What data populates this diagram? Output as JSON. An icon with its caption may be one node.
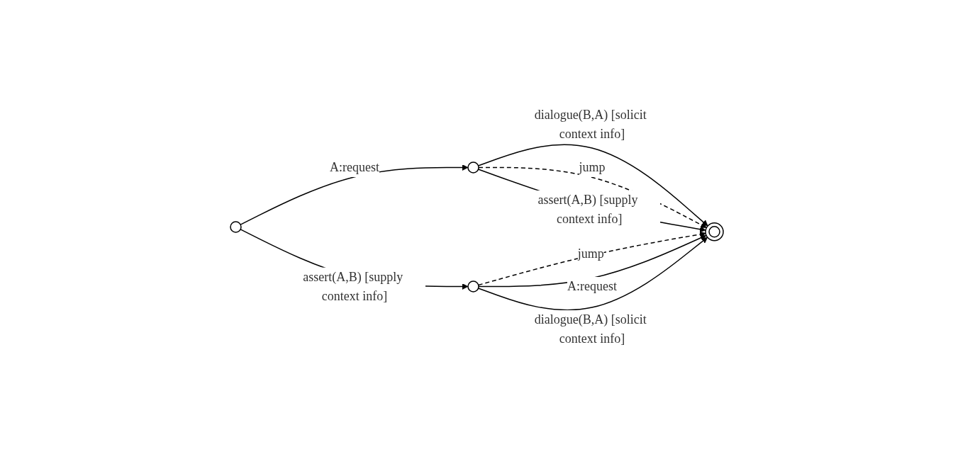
{
  "diagram": {
    "nodes": [
      {
        "text": [],
        "shape": "circle"
      },
      {
        "text": [],
        "shape": "circle"
      },
      {
        "text": [],
        "shape": "circle"
      },
      {
        "text": [],
        "shape": "doublecircle"
      }
    ],
    "edges": [
      {
        "from": 0,
        "to": 1,
        "arrow": "to",
        "label": "A:request"
      },
      {
        "from": 0,
        "to": 2,
        "arrow": "to",
        "label": "assert(A,B) [supply context info]"
      },
      {
        "from": 1,
        "to": 3,
        "arrow": "to",
        "label": "dialogue(B,A) [solicit context info]"
      },
      {
        "from": 1,
        "to": 3,
        "arrow": "to",
        "label": "jump",
        "style": "dashed"
      },
      {
        "from": 1,
        "to": 3,
        "arrow": "to",
        "label": "assert(A,B) [supply context info]"
      },
      {
        "from": 2,
        "to": 3,
        "arrow": "to",
        "label": "jump",
        "style": "dashed"
      },
      {
        "from": 2,
        "to": 3,
        "arrow": "to",
        "label": "A:request"
      },
      {
        "from": 2,
        "to": 3,
        "arrow": "to",
        "label": "dialogue(B,A) [solicit context info]"
      }
    ]
  }
}
